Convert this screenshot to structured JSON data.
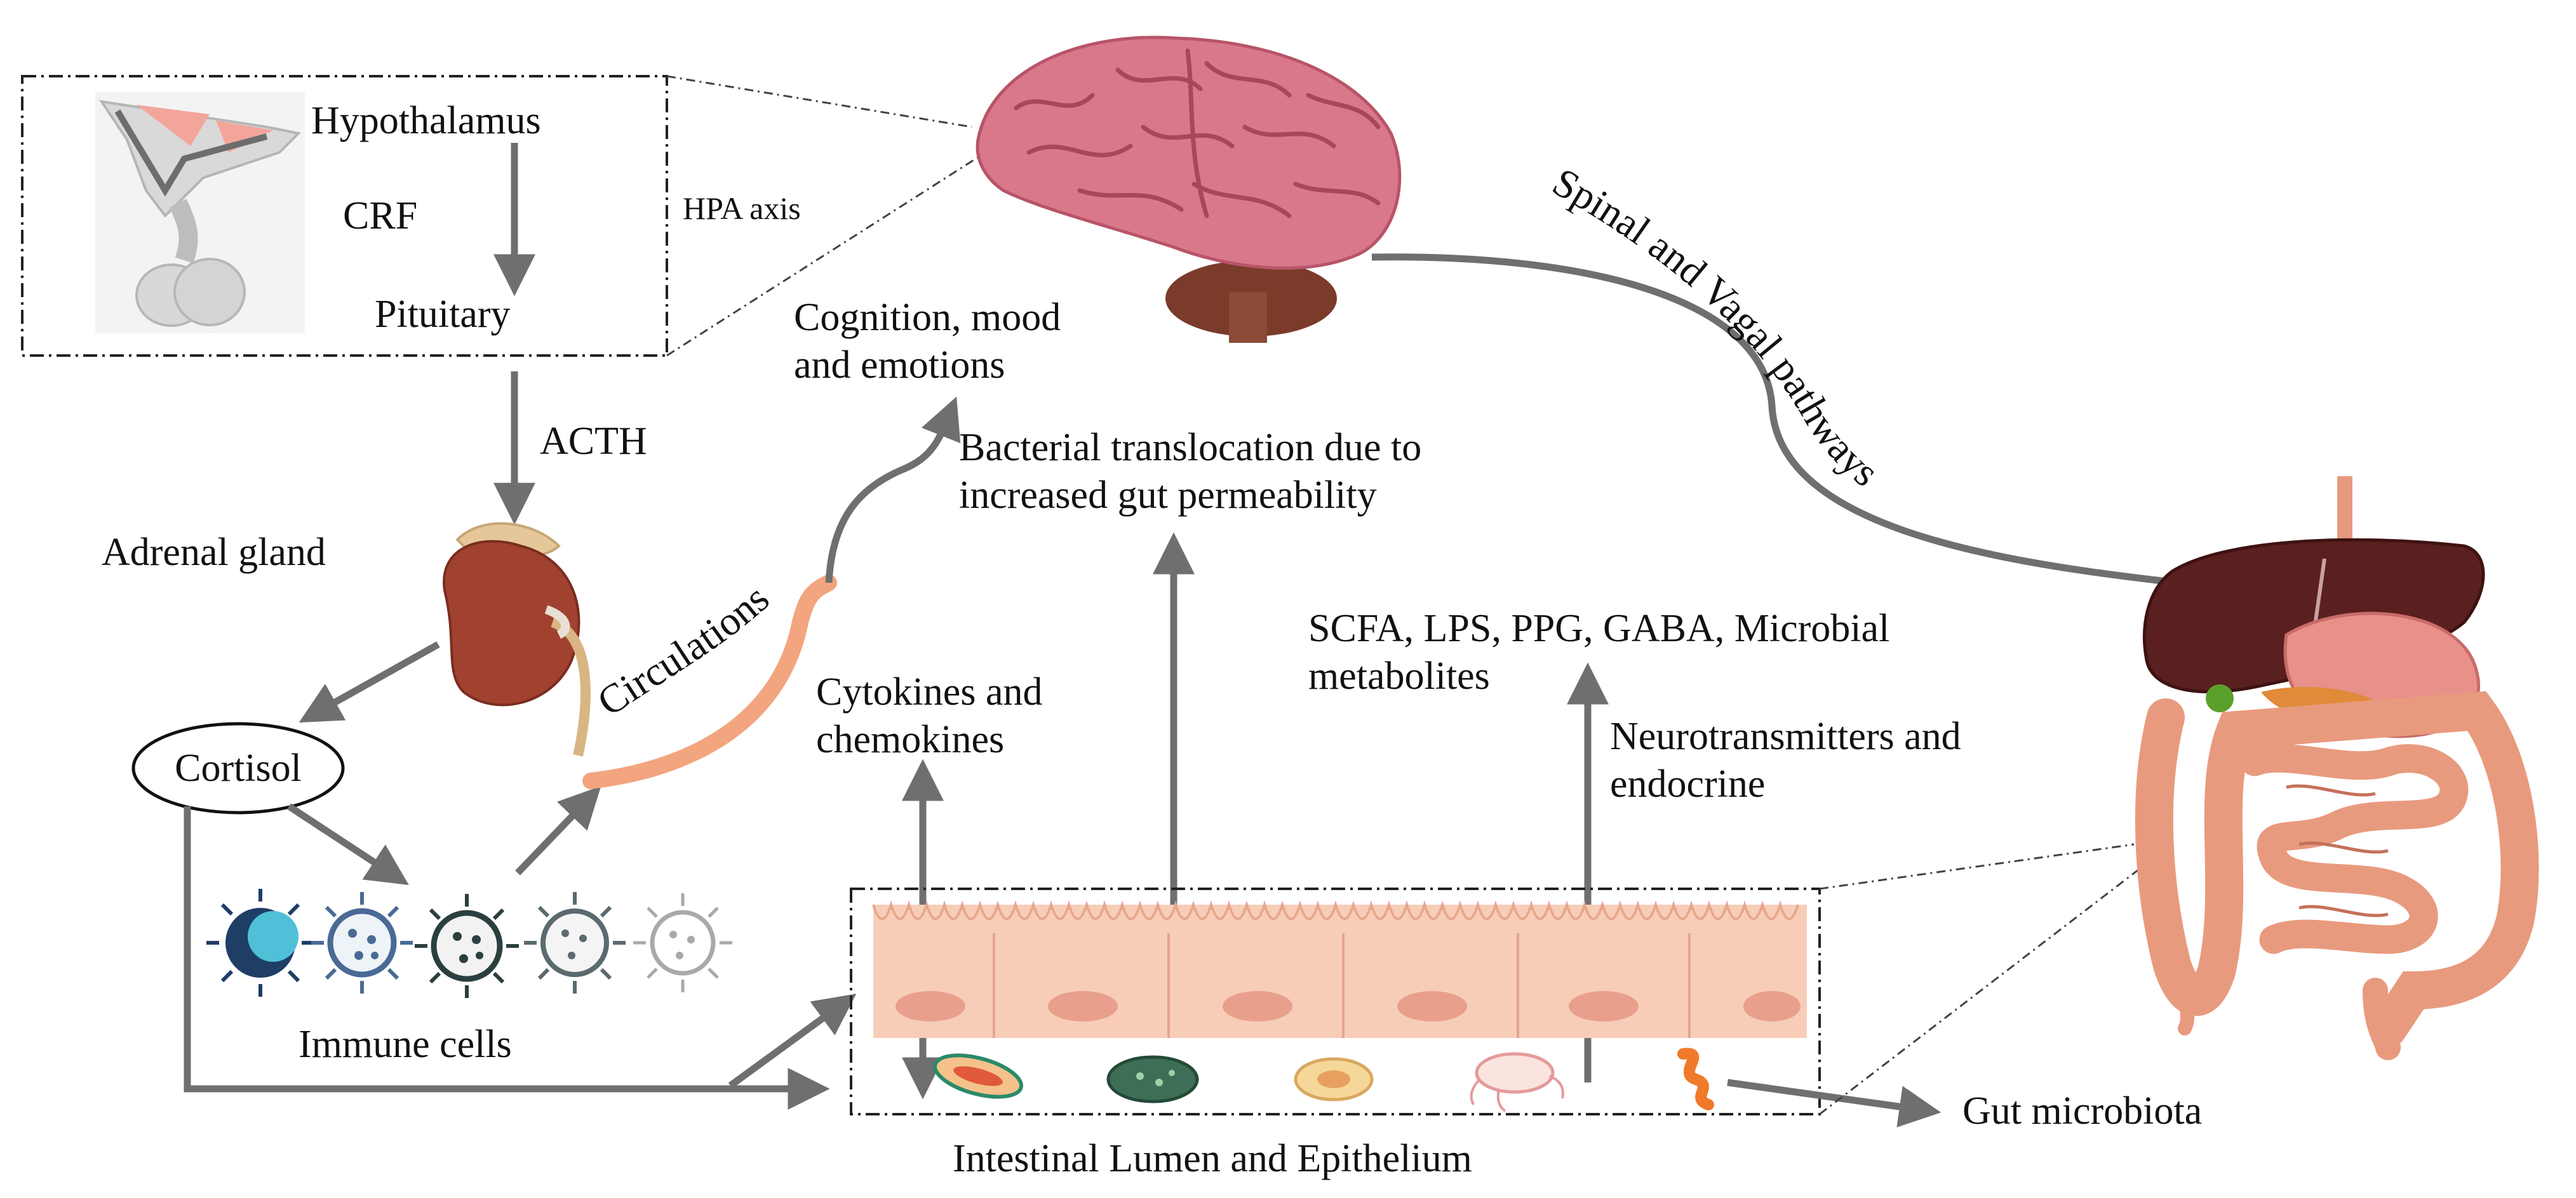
{
  "hpa_box": {
    "hypothalamus": "Hypothalamus",
    "crf": "CRF",
    "pituitary": "Pituitary",
    "hpa_axis": "HPA axis"
  },
  "labels": {
    "acth": "ACTH",
    "adrenal_gland": "Adrenal gland",
    "cortisol": "Cortisol",
    "immune_cells": "Immune cells",
    "circulations": "Circulations",
    "cognition_line1": "Cognition, mood",
    "cognition_line2": "and emotions",
    "bacterial_line1": "Bacterial translocation due to",
    "bacterial_line2": "increased gut permeability",
    "cytokines_line1": "Cytokines and",
    "cytokines_line2": "chemokines",
    "scfa_line1": "SCFA, LPS, PPG, GABA, Microbial",
    "scfa_line2": "metabolites",
    "neuro_line1": "Neurotransmitters and",
    "neuro_line2": "endocrine",
    "spinal_vagal": "Spinal and Vagal pathways",
    "gut_microbiota": "Gut microbiota",
    "intestinal": "Intestinal Lumen and Epithelium"
  },
  "colors": {
    "arrow": "#6f6f6f",
    "brain": "#d9788a",
    "kidney": "#a0422f",
    "circulation": "#f2a57e",
    "epithelium": "#f7cdb8",
    "nucleus": "#e8a08c",
    "liver": "#5a1f1f",
    "intestine": "#e89a7e"
  },
  "icons": [
    "brain-illustration",
    "hypothalamus-pituitary-illustration",
    "adrenal-gland-illustration",
    "immune-cell-icon",
    "bacteria-icon",
    "digestive-system-illustration"
  ]
}
